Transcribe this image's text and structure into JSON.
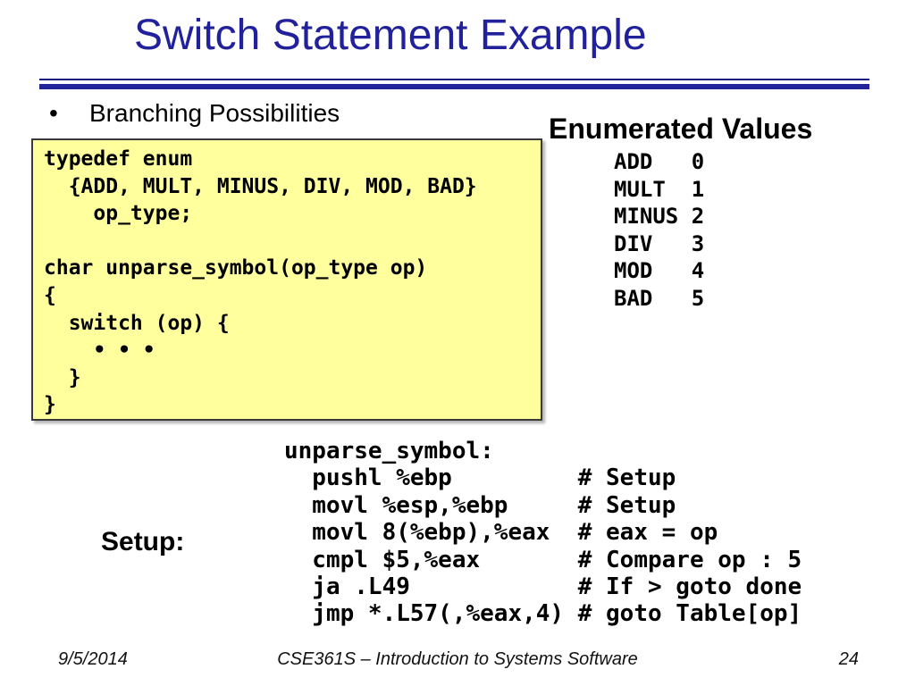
{
  "slide": {
    "title": "Switch Statement Example",
    "bullet": {
      "marker": "•",
      "label": "Branching Possibilities"
    },
    "code_box": {
      "lines": [
        "typedef enum",
        "  {ADD, MULT, MINUS, DIV, MOD, BAD}",
        "    op_type;",
        "",
        "char unparse_symbol(op_type op)",
        "{",
        "  switch (op) {",
        "    • • •",
        "  }",
        "}"
      ]
    },
    "enumerated": {
      "heading": "Enumerated Values",
      "entries": [
        {
          "name": "ADD",
          "value": "0"
        },
        {
          "name": "MULT",
          "value": "1"
        },
        {
          "name": "MINUS",
          "value": "2"
        },
        {
          "name": "DIV",
          "value": "3"
        },
        {
          "name": "MOD",
          "value": "4"
        },
        {
          "name": "BAD",
          "value": "5"
        }
      ]
    },
    "assembly": {
      "lines": [
        "unparse_symbol:",
        "  pushl %ebp         # Setup",
        "  movl %esp,%ebp     # Setup",
        "  movl 8(%ebp),%eax  # eax = op",
        "  cmpl $5,%eax       # Compare op : 5",
        "  ja .L49            # If > goto done",
        "  jmp *.L57(,%eax,4) # goto Table[op]"
      ]
    },
    "setup_label": "Setup:",
    "footer": {
      "date": "9/5/2014",
      "course": "CSE361S – Introduction to Systems Software",
      "page_number": "24"
    },
    "colors": {
      "title_blue": "#21219C",
      "rule_thin": "#18187E",
      "rule_thick": "#23239A",
      "code_box_bg": "#FFFF9E",
      "code_box_border": "#3A3A3A",
      "text": "#000000"
    }
  }
}
